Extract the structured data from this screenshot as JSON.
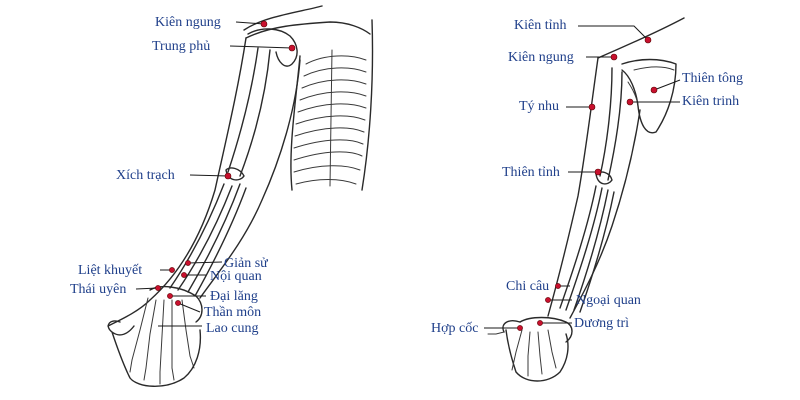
{
  "colors": {
    "label": "#1f3f8a",
    "point": "#c8102e",
    "line": "#1a1a1a",
    "bone": "#2a2a2a"
  },
  "left_figure": {
    "labels": {
      "kien_ngung": "Kiên ngung",
      "trung_phu": "Trung phủ",
      "xich_trach": "Xích trạch",
      "gian_su": "Giản sử",
      "liet_khuyet": "Liệt khuyết",
      "noi_quan": "Nội quan",
      "thai_uyen": "Thái uyên",
      "dai_lang": "Đại lăng",
      "than_mon": "Thần môn",
      "lao_cung": "Lao cung"
    }
  },
  "right_figure": {
    "labels": {
      "kien_tinh": "Kiên tỉnh",
      "kien_ngung": "Kiên ngung",
      "thien_tong": "Thiên tông",
      "kien_trinh": "Kiên trinh",
      "ty_nhu": "Tý nhu",
      "thien_tinh": "Thiên tỉnh",
      "chi_cau": "Chi câu",
      "ngoai_quan": "Ngoại quan",
      "hop_coc": "Hợp cốc",
      "duong_tri": "Dương trì"
    }
  }
}
